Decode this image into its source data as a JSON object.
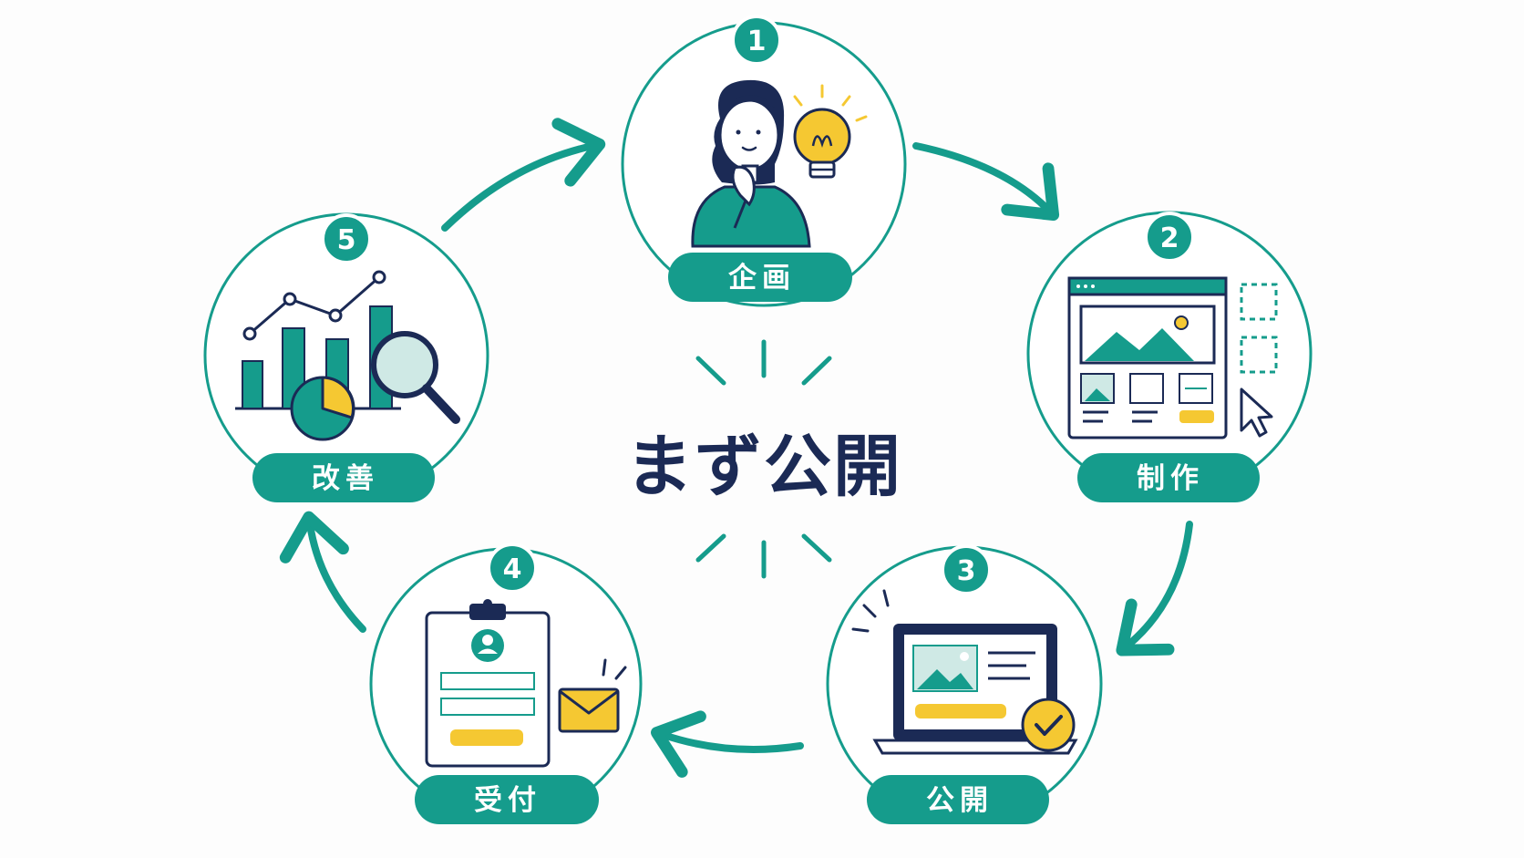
{
  "center": {
    "title": "まず公開"
  },
  "steps": [
    {
      "number": "1",
      "label": "企画",
      "icon": "thinking-woman-lightbulb-icon"
    },
    {
      "number": "2",
      "label": "制作",
      "icon": "web-page-layout-icon"
    },
    {
      "number": "3",
      "label": "公開",
      "icon": "laptop-published-check-icon"
    },
    {
      "number": "4",
      "label": "受付",
      "icon": "clipboard-form-mail-icon"
    },
    {
      "number": "5",
      "label": "改善",
      "icon": "analytics-chart-magnifier-icon"
    }
  ],
  "colors": {
    "accent": "#159c8c",
    "navy": "#1b2a55",
    "yellow": "#f5c832",
    "light_teal": "#cfe9e5"
  }
}
